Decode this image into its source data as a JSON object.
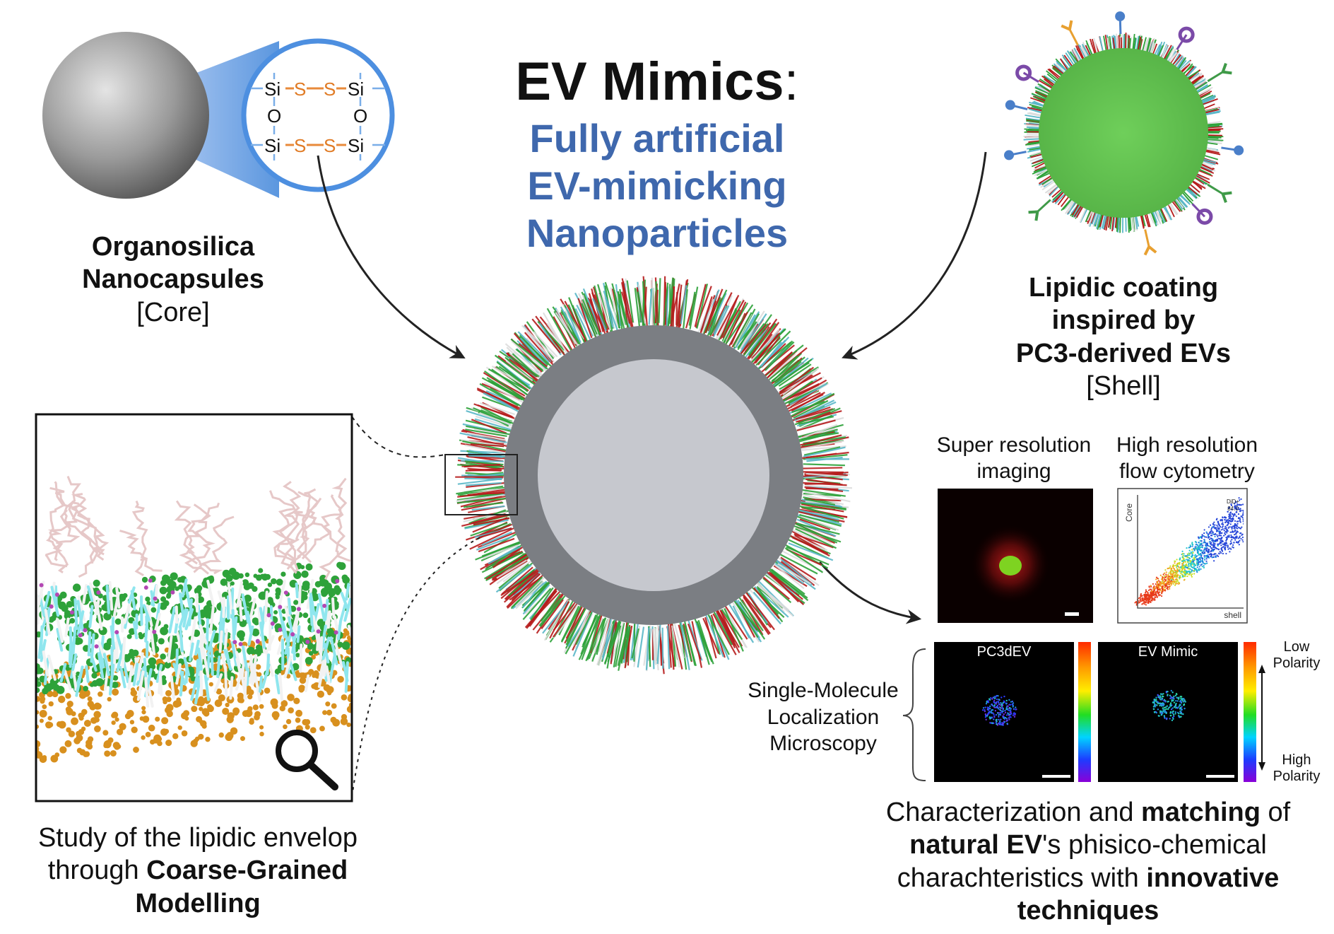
{
  "title": {
    "main": "EV Mimics",
    "colon": ":",
    "sub": [
      "Fully artificial",
      "EV-mimicking",
      "Nanoparticles"
    ]
  },
  "core_chemistry": {
    "row1": [
      "Si",
      "S",
      "S",
      "Si"
    ],
    "oxygens": [
      "O",
      "O"
    ],
    "row2": [
      "Si",
      "S",
      "S",
      "Si"
    ]
  },
  "core_label": {
    "line1": "Organosilica",
    "line2": "Nanocapsules",
    "line3": "[Core]"
  },
  "shell_label": {
    "line1": "Lipidic coating",
    "line2": "inspired by",
    "line3": "PC3-derived EVs",
    "line4": "[Shell]"
  },
  "modelling_label": {
    "part1": "Study of the lipidic envelop",
    "part2": "through ",
    "bold": "Coarse-Grained",
    "line3": "Modelling"
  },
  "panels": {
    "super_resolution": {
      "line1": "Super resolution",
      "line2": "imaging"
    },
    "flow_cytometry": {
      "line1": "High resolution",
      "line2": "flow cytometry",
      "y_axis": "Core",
      "x_axis": "shell",
      "gate_line1": "DiD+",
      "gate_line2": "84.0"
    },
    "smlm_left": "PC3dEV",
    "smlm_right": "EV Mimic",
    "polarity_low": [
      "Low",
      "Polarity"
    ],
    "polarity_high": [
      "High",
      "Polarity"
    ],
    "smlm_label": [
      "Single-Molecule",
      "Localization",
      "Microscopy"
    ]
  },
  "characterization": {
    "l1a": "Characterization and ",
    "l1b": "matching",
    "l1c": " of",
    "l2a": "natural EV",
    "l2b": "'s phisico-chemical",
    "l3a": "charachteristics with ",
    "l3b": "innovative",
    "l4": "techniques"
  },
  "colors": {
    "title_blue": "#3f68ad",
    "shell_green": "#5fbf4f",
    "core_gray": "#7b7e83",
    "core_light": "#c6c8ce",
    "lipid_red": "#b61c1c",
    "lipid_green": "#2ea23a",
    "lipid_cyan": "#5ab7c8",
    "lipid_white": "#dddddd",
    "orange_beads": "#d8901e"
  }
}
